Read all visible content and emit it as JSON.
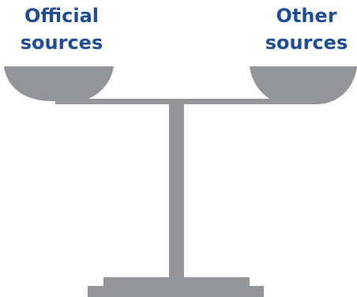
{
  "diagram": {
    "left_pan": {
      "label_line1": "Official",
      "label_line2": "sources"
    },
    "right_pan": {
      "label_line1": "Other",
      "label_line2": "sources"
    }
  },
  "colors": {
    "label_text": "#1f4e96",
    "scale_fill": "#939598"
  }
}
